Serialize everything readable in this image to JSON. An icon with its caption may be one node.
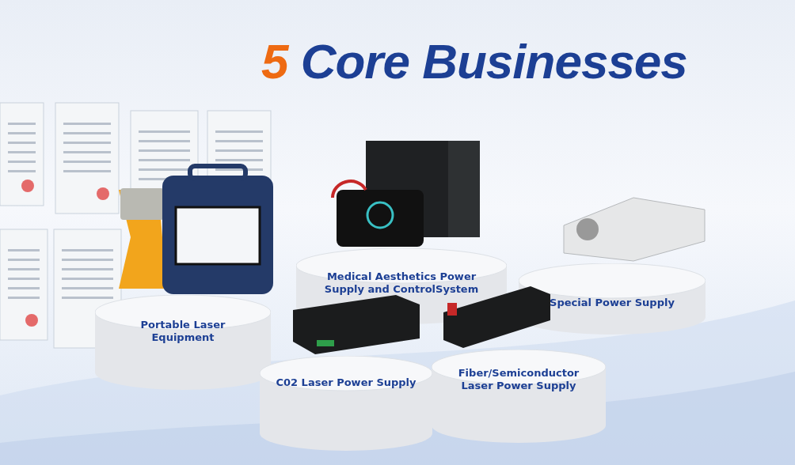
{
  "diagram": {
    "title": "5 Core Businesses",
    "nodes": [
      {
        "text": [
          "Medical Aesthetics Power Supply and ControlSystem"
        ]
      },
      {
        "text": [
          "Special Power Supply"
        ]
      },
      {
        "text": [
          "Portable Laser Equipment"
        ]
      },
      {
        "text": [
          "Fiber/Semiconductor Laser Power Supply"
        ]
      },
      {
        "text": [
          "C02 Laser Power Supply"
        ]
      }
    ]
  }
}
